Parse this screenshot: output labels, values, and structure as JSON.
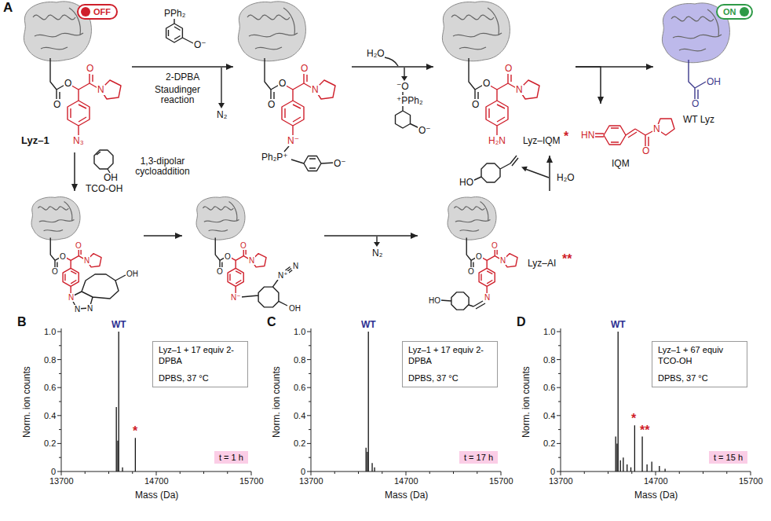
{
  "diagram": {
    "nodes": [
      {
        "text": [
          "O",
          "O",
          "O",
          "N",
          "N₃",
          "Lyz–1"
        ]
      },
      {
        "text": [
          "OFF"
        ],
        "in": 0
      },
      {
        "text": [
          "O",
          "O",
          "O",
          "N",
          "N⁻",
          "Ph₂P⁺",
          "O⁻"
        ]
      },
      {
        "text": [
          "O",
          "O",
          "O",
          "N",
          "H₂N",
          "Lyz–IQM",
          "*"
        ]
      },
      {
        "text": [
          "O",
          "OH",
          "WT Lyz"
        ]
      },
      {
        "text": [
          "ON"
        ],
        "in": 4
      },
      {
        "text": [
          "HN",
          "O",
          "N",
          "IQM"
        ]
      },
      {
        "text": [
          "O",
          "O",
          "O",
          "N",
          "N",
          "N",
          "N",
          "OH"
        ]
      },
      {
        "text": [
          "O",
          "O",
          "O",
          "N",
          "N⁻",
          "N⁺",
          "N",
          "OH"
        ]
      },
      {
        "text": [
          "O",
          "O",
          "O",
          "N",
          "N",
          "HO",
          "Lyz–AI",
          "**"
        ]
      },
      {
        "text": [
          "Lyz–1 + 17 equiv 2-DPBA",
          "DPBS, 37 °C"
        ]
      },
      {
        "text": [
          "t = 1 h"
        ]
      },
      {
        "text": [
          "Lyz–1 + 17 equiv 2-DPBA",
          "DPBS, 37 °C"
        ]
      },
      {
        "text": [
          "t = 17 h"
        ]
      },
      {
        "text": [
          "Lyz–1 + 67 equiv TCO-OH",
          "DPBS, 37 °C"
        ]
      },
      {
        "text": [
          "t = 15 h"
        ]
      }
    ],
    "edges": [
      {
        "from": 0,
        "to": 2,
        "arrow": "to"
      },
      {
        "from": 2,
        "to": 3,
        "arrow": "to"
      },
      {
        "from": 3,
        "to": 4,
        "arrow": "to"
      },
      {
        "from": 3,
        "to": 6,
        "arrow": "to"
      },
      {
        "from": 0,
        "to": 7,
        "arrow": "to"
      },
      {
        "from": 7,
        "to": 8,
        "arrow": "to"
      },
      {
        "from": 8,
        "to": 9,
        "arrow": "to"
      },
      {
        "from": 9,
        "to": 3,
        "arrow": "to"
      }
    ],
    "labels": [
      "A",
      "PPh₂",
      "O⁻",
      "2-DPBA",
      "Staudinger reaction",
      "N₂",
      "H₂O",
      "⁻O",
      "⁺PPh₂",
      "O⁻",
      "OH",
      "TCO-OH",
      "1,3-dipolar cycloaddition",
      "N₂",
      "H₂O",
      "HO",
      "B",
      "Norm. ion counts",
      "Mass (Da)",
      "0",
      "0.2",
      "0.4",
      "0.6",
      "0.8",
      "1.0",
      "13700",
      "14700",
      "15700",
      "WT",
      "*",
      "C",
      "Norm. ion counts",
      "Mass (Da)",
      "0",
      "0.2",
      "0.4",
      "0.6",
      "0.8",
      "1.0",
      "13700",
      "14700",
      "15700",
      "WT",
      "D",
      "Norm. ion counts",
      "Mass (Da)",
      "0",
      "0.2",
      "0.4",
      "0.6",
      "0.8",
      "1.0",
      "13700",
      "14700",
      "15700",
      "WT",
      "*",
      "**"
    ]
  }
}
